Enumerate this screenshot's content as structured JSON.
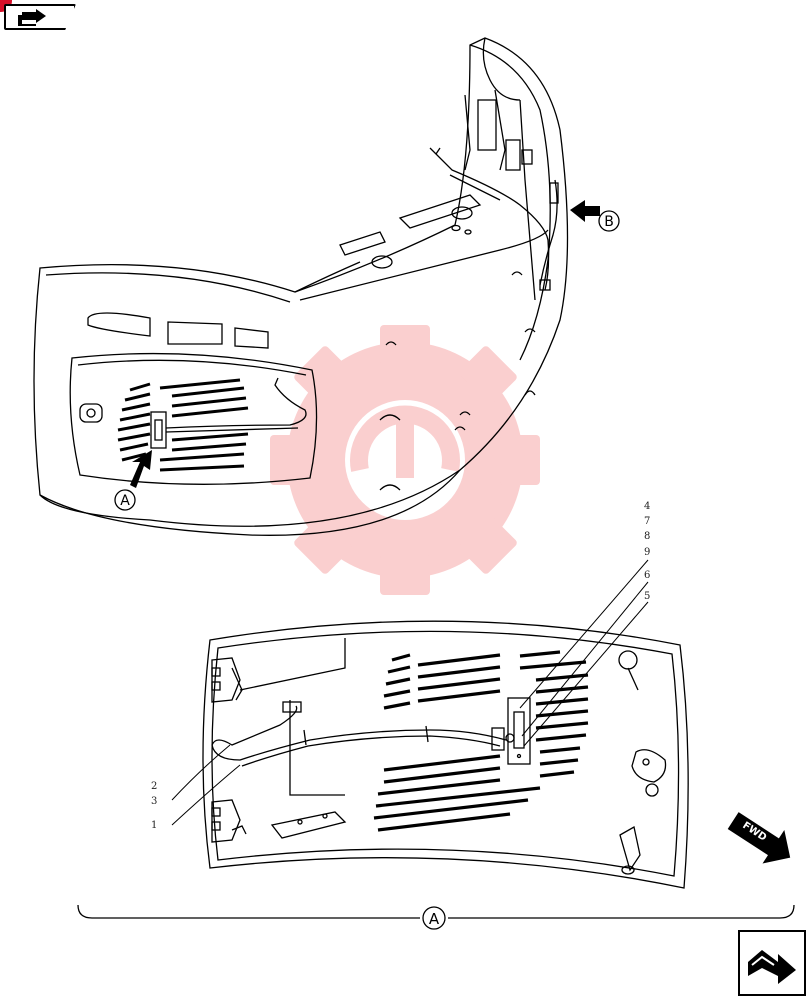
{
  "diagram": {
    "view_labels": {
      "detail_a": "A",
      "detail_b": "B"
    },
    "fwd_label": "FWD",
    "callouts": {
      "c4": "4",
      "c7": "7",
      "c8": "8",
      "c9": "9",
      "c6": "6",
      "c5": "5",
      "c2": "2",
      "c3": "3",
      "c1": "1"
    }
  },
  "navigation": {
    "top_icon": "back-arrow-icon",
    "bottom_icon": "next-page-arrow-icon"
  },
  "colors": {
    "line": "#000000",
    "watermark": "#f6a8a8",
    "accent_dot": "#d8102a"
  }
}
